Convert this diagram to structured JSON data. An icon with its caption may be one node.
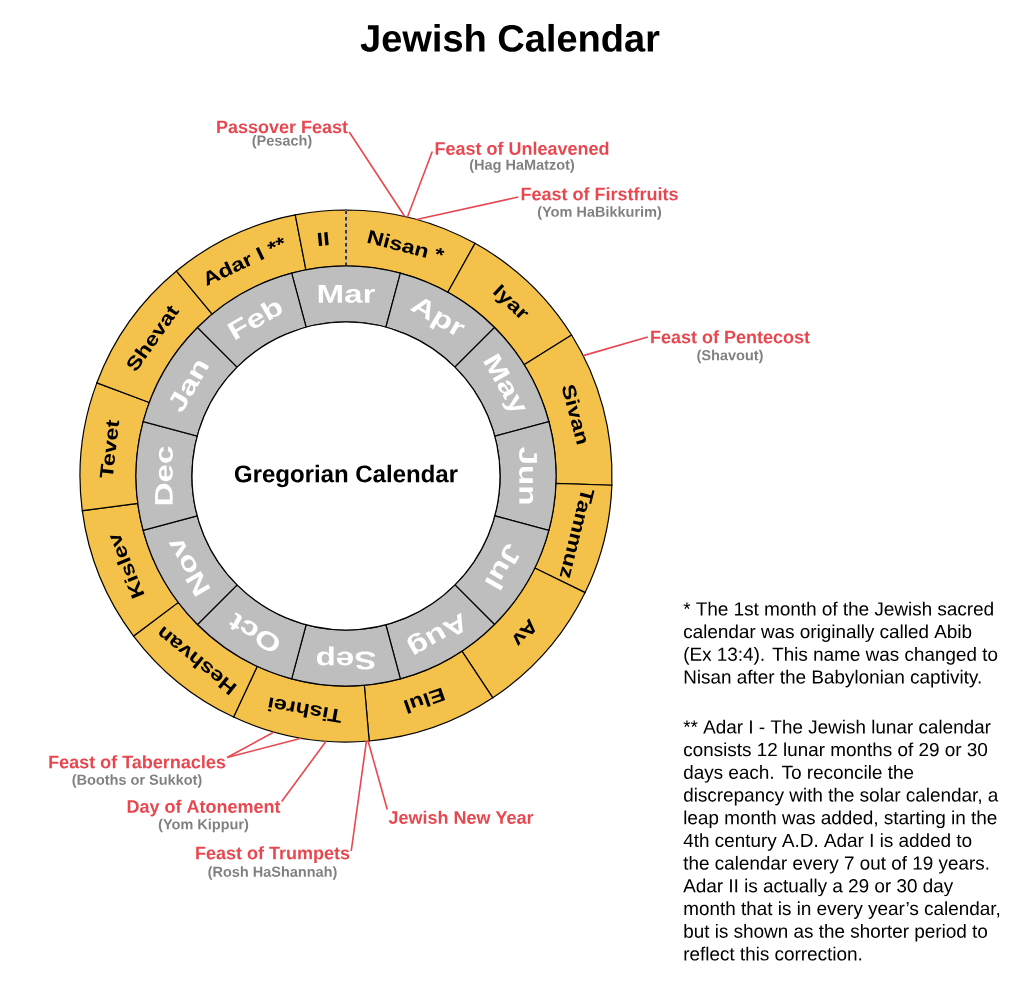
{
  "diagram": {
    "title": "Jewish Calendar",
    "nodes": [
      {
        "text": [
          "Passover Feast",
          "(Pesach)"
        ]
      },
      {
        "text": [
          "Feast of Unleavened",
          "(Hag HaMatzot)"
        ]
      },
      {
        "text": [
          "Feast of Firstfruits",
          "(Yom HaBikkurim)"
        ]
      },
      {
        "text": [
          "Feast of Pentecost",
          "(Shavout)"
        ]
      },
      {
        "text": [
          "Nisan *"
        ]
      },
      {
        "text": [
          "Iyar"
        ]
      },
      {
        "text": [
          "Sivan"
        ]
      },
      {
        "text": [
          "Tammuz"
        ]
      },
      {
        "text": [
          "Av"
        ]
      },
      {
        "text": [
          "Elul"
        ]
      },
      {
        "text": [
          "Tishrei"
        ]
      },
      {
        "text": [
          "Heshvan"
        ]
      },
      {
        "text": [
          "Kislev"
        ]
      },
      {
        "text": [
          "Tevet"
        ]
      },
      {
        "text": [
          "Shevat"
        ]
      },
      {
        "text": [
          "Adar I **"
        ]
      },
      {
        "text": [
          "II"
        ]
      },
      {
        "text": [
          "Mar"
        ]
      },
      {
        "text": [
          "Apr"
        ]
      },
      {
        "text": [
          "May"
        ]
      },
      {
        "text": [
          "Jun"
        ]
      },
      {
        "text": [
          "Jul"
        ]
      },
      {
        "text": [
          "Aug"
        ]
      },
      {
        "text": [
          "Sep"
        ]
      },
      {
        "text": [
          "Oct"
        ]
      },
      {
        "text": [
          "Nov"
        ]
      },
      {
        "text": [
          "Dec"
        ]
      },
      {
        "text": [
          "Jan"
        ]
      },
      {
        "text": [
          "Feb"
        ]
      },
      {
        "text": [
          "Gregorian Calendar"
        ]
      },
      {
        "text": [
          "Feast of Tabernacles",
          "(Booths or Sukkot)"
        ]
      },
      {
        "text": [
          "Day of Atonement",
          "(Yom Kippur)"
        ]
      },
      {
        "text": [
          "Feast of Trumpets",
          "(Rosh HaShannah)"
        ]
      },
      {
        "text": [
          "Jewish New Year"
        ]
      }
    ],
    "edges": [
      {
        "from": 0,
        "to": 4,
        "arrow": "none"
      },
      {
        "from": 1,
        "to": 4,
        "arrow": "none"
      },
      {
        "from": 2,
        "to": 4,
        "arrow": "none"
      },
      {
        "from": 3,
        "to": 6,
        "arrow": "none"
      },
      {
        "from": 30,
        "to": 10,
        "arrow": "none"
      },
      {
        "from": 30,
        "to": 10,
        "arrow": "none"
      },
      {
        "from": 31,
        "to": 10,
        "arrow": "none"
      },
      {
        "from": 32,
        "to": 10,
        "arrow": "none"
      },
      {
        "from": 33,
        "to": 10,
        "arrow": "none"
      }
    ],
    "labels": [
      "* The 1st month of the Jewish sacred calendar was originally called Abib (Ex 13:4). This name was changed to Nisan after the Babylonian captivity.",
      "** Adar I - The Jewish lunar calendar consists 12 lunar months of 29 or 30 days each. To reconcile the discrepancy with the solar calendar, a leap month was added, starting in the 4th century A.D. Adar I is added to the calendar every 7 out of 19 years. Adar II is actually a 29 or 30 day month that is in every year’s calendar, but is shown as the shorter period to reflect this correction."
    ]
  }
}
